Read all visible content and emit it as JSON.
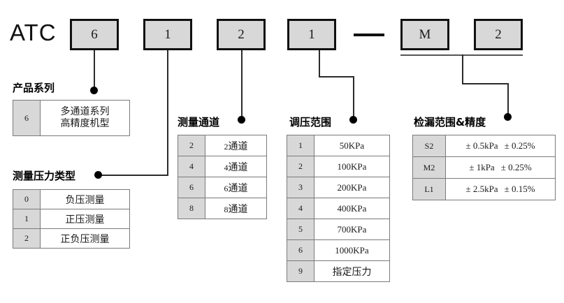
{
  "diagram": {
    "brand": "ATC",
    "separator": "—",
    "code_boxes": [
      {
        "name": "series",
        "value": "6"
      },
      {
        "name": "pressure-type",
        "value": "1"
      },
      {
        "name": "channels",
        "value": "2"
      },
      {
        "name": "pressure-range",
        "value": "1"
      },
      {
        "name": "leak-letter",
        "value": "M"
      },
      {
        "name": "leak-number",
        "value": "2"
      }
    ]
  },
  "sections": {
    "series": {
      "caption": "产品系列",
      "rows": [
        {
          "code": "6",
          "line1": "多通道系列",
          "line2": "高精度机型"
        }
      ]
    },
    "pressure_type": {
      "caption": "测量压力类型",
      "rows": [
        {
          "code": "0",
          "desc": "负压测量"
        },
        {
          "code": "1",
          "desc": "正压测量"
        },
        {
          "code": "2",
          "desc": "正负压测量"
        }
      ]
    },
    "channels": {
      "caption": "测量通道",
      "rows": [
        {
          "code": "2",
          "num": "2",
          "unit": "通道"
        },
        {
          "code": "4",
          "num": "4",
          "unit": "通道"
        },
        {
          "code": "6",
          "num": "6",
          "unit": "通道"
        },
        {
          "code": "8",
          "num": "8",
          "unit": "通道"
        }
      ]
    },
    "pressure_range": {
      "caption": "调压范围",
      "rows": [
        {
          "code": "1",
          "desc": "50KPa"
        },
        {
          "code": "2",
          "desc": "100KPa"
        },
        {
          "code": "3",
          "desc": "200KPa"
        },
        {
          "code": "4",
          "desc": "400KPa"
        },
        {
          "code": "5",
          "desc": "700KPa"
        },
        {
          "code": "6",
          "desc": "1000KPa"
        },
        {
          "code": "9",
          "desc": "指定压力"
        }
      ]
    },
    "leak": {
      "caption": "检漏范围&精度",
      "rows": [
        {
          "code": "S2",
          "range": "± 0.5kPa",
          "accuracy": "± 0.25%"
        },
        {
          "code": "M2",
          "range": "± 1kPa",
          "accuracy": "± 0.25%"
        },
        {
          "code": "L1",
          "range": "± 2.5kPa",
          "accuracy": "± 0.15%"
        }
      ]
    }
  },
  "colors": {
    "box_fill": "#d8d8d8",
    "box_border": "#111111",
    "line": "#2b2b2b",
    "table_border": "#7a7a7a"
  }
}
